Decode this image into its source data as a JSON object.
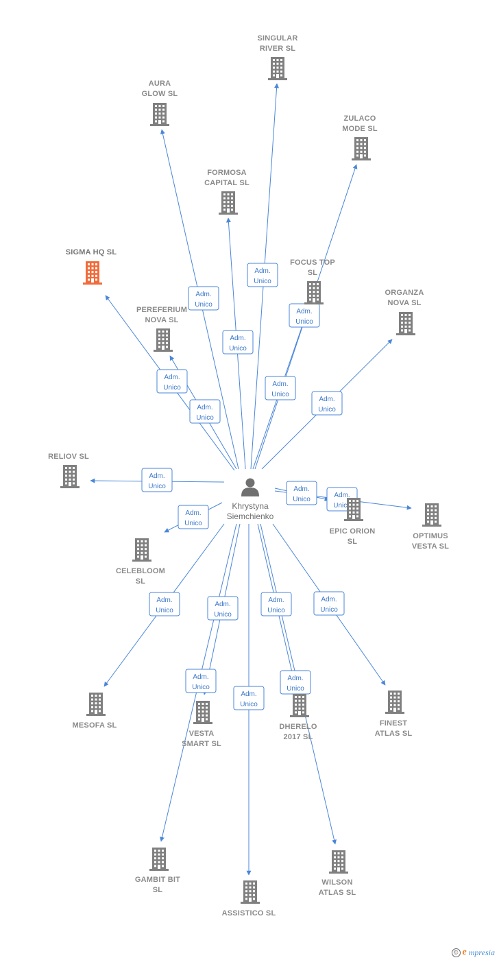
{
  "person": {
    "name_line1": "Khrystyna",
    "name_line2": "Siemchienko",
    "icon": "person-icon"
  },
  "relation_label": {
    "line1": "Adm.",
    "line2": "Unico"
  },
  "colors": {
    "edge": "#4a86d9",
    "building": "#808080",
    "building_highlight": "#f26b3a",
    "label": "#8a8a8a"
  },
  "companies": [
    {
      "id": "singular-river",
      "line1": "SINGULAR",
      "line2": "RIVER  SL",
      "highlight": false
    },
    {
      "id": "aura-glow",
      "line1": "AURA",
      "line2": "GLOW  SL",
      "highlight": false
    },
    {
      "id": "zulaco-mode",
      "line1": "ZULACO",
      "line2": "MODE  SL",
      "highlight": false
    },
    {
      "id": "formosa-capital",
      "line1": "FORMOSA",
      "line2": "CAPITAL  SL",
      "highlight": false
    },
    {
      "id": "sigma-hq",
      "line1": "SIGMA HQ  SL",
      "line2": "",
      "highlight": true
    },
    {
      "id": "focus-top",
      "line1": "FOCUS TOP",
      "line2": "SL",
      "highlight": false
    },
    {
      "id": "organza-nova",
      "line1": "ORGANZA",
      "line2": "NOVA  SL",
      "highlight": false
    },
    {
      "id": "pereferium-nova",
      "line1": "PEREFERIUM",
      "line2": "NOVA  SL",
      "highlight": false
    },
    {
      "id": "reliov",
      "line1": "RELIOV  SL",
      "line2": "",
      "highlight": false
    },
    {
      "id": "epic-orion",
      "line1": "EPIC ORION",
      "line2": "SL",
      "highlight": false
    },
    {
      "id": "optimus-vesta",
      "line1": "OPTIMUS",
      "line2": "VESTA  SL",
      "highlight": false
    },
    {
      "id": "celebloom",
      "line1": "CELEBLOOM",
      "line2": "SL",
      "highlight": false
    },
    {
      "id": "mesofa",
      "line1": "MESOFA  SL",
      "line2": "",
      "highlight": false
    },
    {
      "id": "vesta-smart",
      "line1": "VESTA",
      "line2": "SMART  SL",
      "highlight": false
    },
    {
      "id": "dherelo-2017",
      "line1": "DHERELO",
      "line2": "2017  SL",
      "highlight": false
    },
    {
      "id": "finest-atlas",
      "line1": "FINEST",
      "line2": "ATLAS  SL",
      "highlight": false
    },
    {
      "id": "gambit-bit",
      "line1": "GAMBIT BIT",
      "line2": "SL",
      "highlight": false
    },
    {
      "id": "assistico",
      "line1": "ASSISTICO  SL",
      "line2": "",
      "highlight": false
    },
    {
      "id": "wilson-atlas",
      "line1": "WILSON",
      "line2": "ATLAS  SL",
      "highlight": false
    }
  ],
  "footer": {
    "copyright_symbol": "©",
    "brand_initial": "e",
    "brand_rest": "mpresia"
  }
}
